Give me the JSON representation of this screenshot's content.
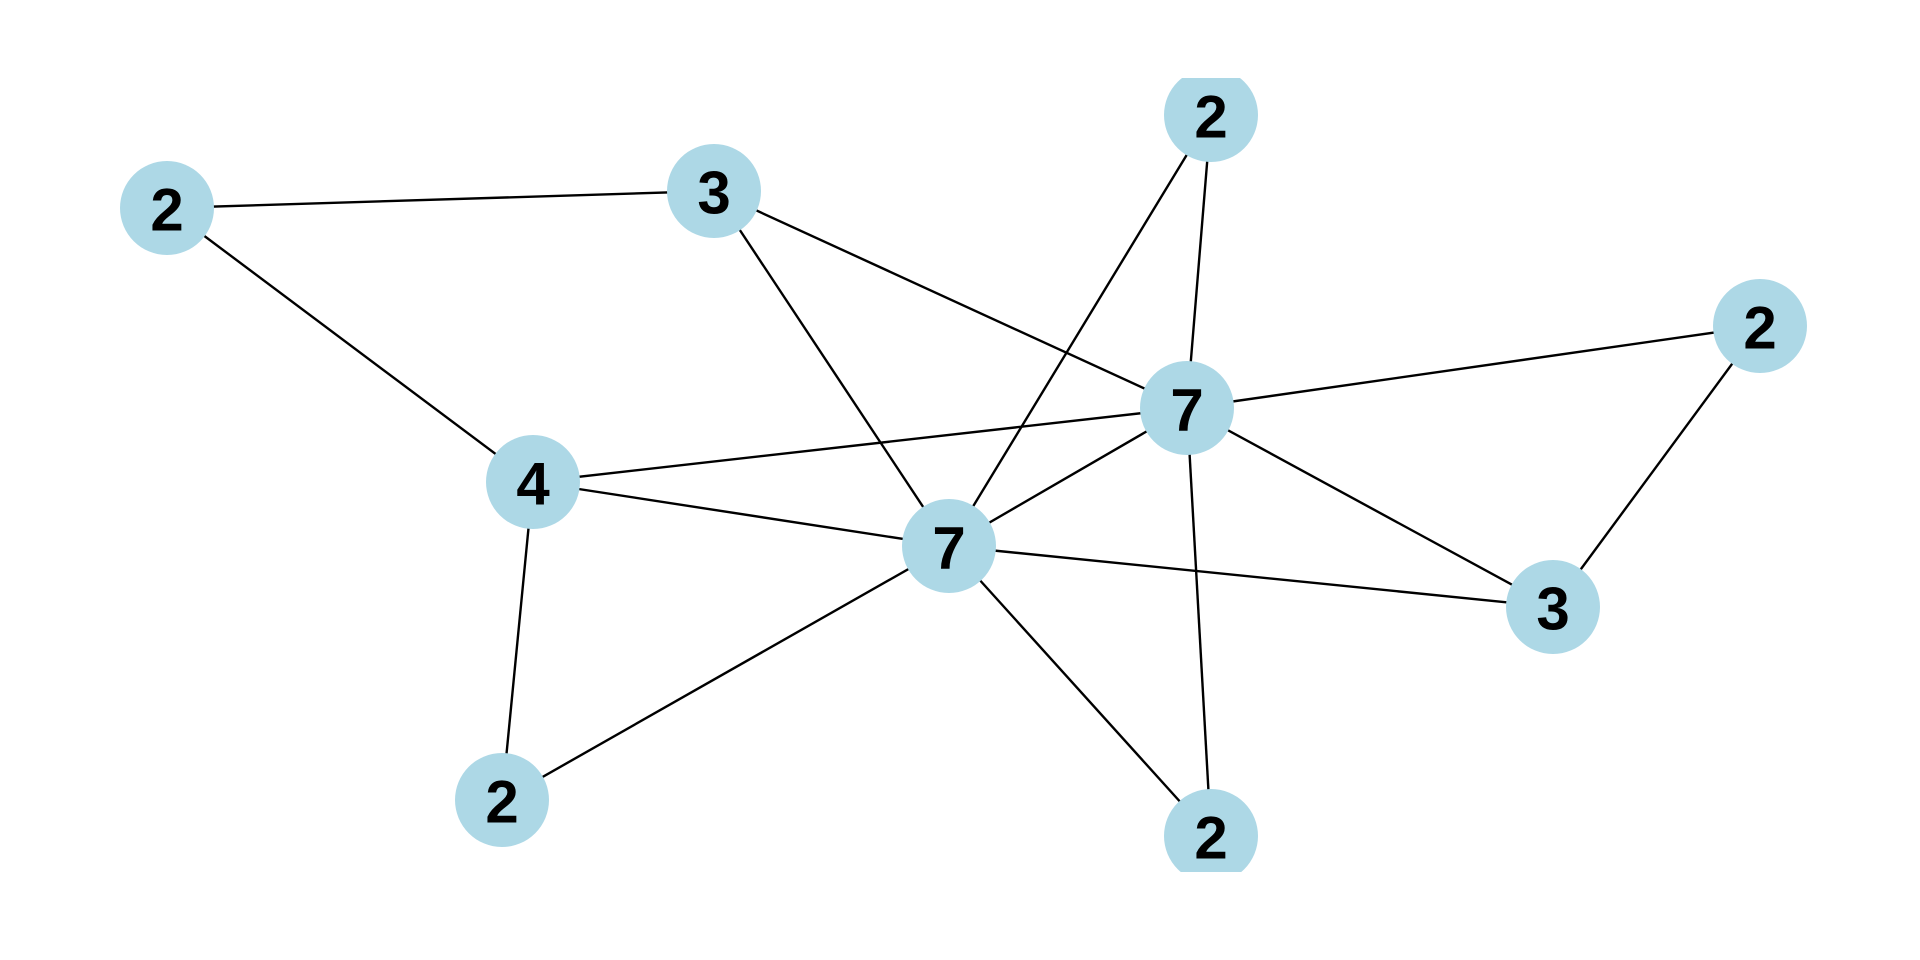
{
  "graph": {
    "node_color": "#add8e6",
    "edge_color": "#000000",
    "nodes": [
      {
        "id": "A",
        "label": "2"
      },
      {
        "id": "B",
        "label": "3"
      },
      {
        "id": "C",
        "label": "2"
      },
      {
        "id": "D",
        "label": "2"
      },
      {
        "id": "E",
        "label": "7"
      },
      {
        "id": "F",
        "label": "4"
      },
      {
        "id": "G",
        "label": "7"
      },
      {
        "id": "H",
        "label": "3"
      },
      {
        "id": "I",
        "label": "2"
      },
      {
        "id": "J",
        "label": "2"
      }
    ],
    "edges": [
      [
        "A",
        "B"
      ],
      [
        "A",
        "F"
      ],
      [
        "B",
        "E"
      ],
      [
        "B",
        "G"
      ],
      [
        "C",
        "G"
      ],
      [
        "C",
        "E"
      ],
      [
        "E",
        "D"
      ],
      [
        "E",
        "F"
      ],
      [
        "E",
        "G"
      ],
      [
        "E",
        "H"
      ],
      [
        "E",
        "J"
      ],
      [
        "D",
        "H"
      ],
      [
        "F",
        "G"
      ],
      [
        "F",
        "I"
      ],
      [
        "G",
        "I"
      ],
      [
        "G",
        "H"
      ],
      [
        "G",
        "J"
      ]
    ]
  }
}
